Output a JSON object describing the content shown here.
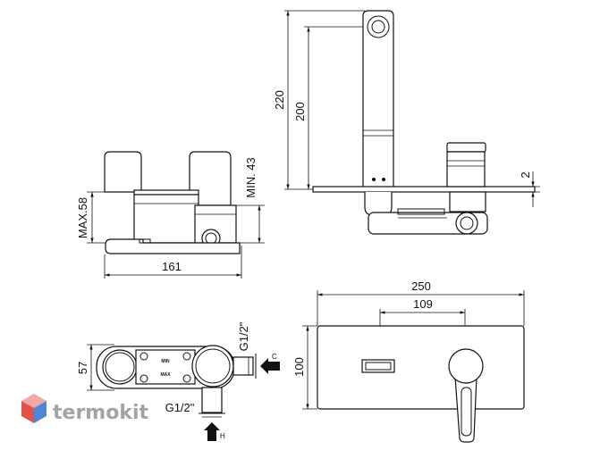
{
  "drawing": {
    "side_view": {
      "width_label": "161",
      "max_height_label": "MAX.58",
      "min_depth_label": "MIN. 43"
    },
    "spout_view": {
      "total_height_label": "220",
      "outlet_height_label": "200",
      "plate_thickness_label": "2"
    },
    "top_view": {
      "depth_label": "57",
      "side_inlet_thread_label": "G1/2\"",
      "bottom_inlet_thread_label": "G1/2\"",
      "min_mark": "MIN",
      "max_mark": "MAX",
      "cold_inlet_label": "C",
      "hot_inlet_label": "H"
    },
    "front_view": {
      "plate_width_label": "250",
      "axis_distance_label": "109",
      "plate_height_label": "100"
    }
  },
  "watermark": {
    "text": "termokit",
    "icon": "cube-logo-icon",
    "colors": {
      "text": "#a3a3a3",
      "top_face": "#f2a9a6",
      "left_face": "#e0524c",
      "right_face": "#4f86d6"
    }
  },
  "colors": {
    "line": "#111111",
    "background": "#ffffff"
  }
}
